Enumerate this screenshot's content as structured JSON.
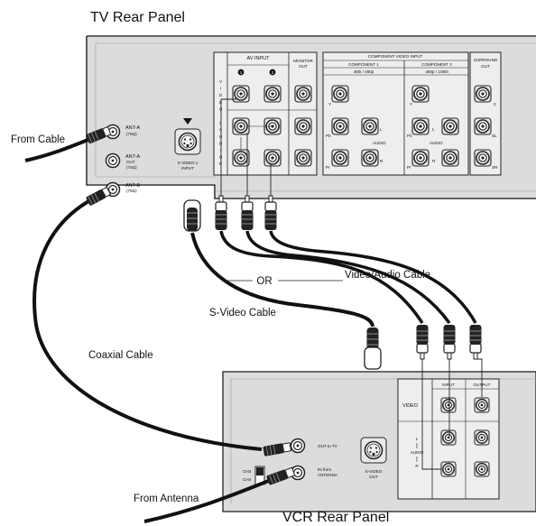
{
  "titles": {
    "tv_rear_panel": "TV Rear Panel",
    "vcr_rear_panel": "VCR Rear Panel"
  },
  "cable_labels": {
    "from_cable": "From Cable",
    "from_antenna": "From Antenna",
    "coaxial_cable": "Coaxial Cable",
    "or": "OR",
    "s_video_cable": "S-Video Cable",
    "video_audio_cable": "Video/Audio Cable"
  },
  "tv_panel": {
    "ant_a_in": "ANT-A",
    "ant_a_in_sub": "(75Ω)",
    "ant_a_out": "ANT-A",
    "ant_a_out_sub1": "OUT",
    "ant_a_out_sub2": "(75Ω)",
    "ant_b": "ANT-B",
    "ant_b_sub": "(75Ω)",
    "svideo_line1": "S-VIDEO 1",
    "svideo_line2": "INPUT",
    "av_input": "AV INPUT",
    "av_input_1": "1",
    "av_input_2": "2",
    "monitor_out_line1": "MONITOR",
    "monitor_out_line2": "OUT",
    "side_vertical": [
      "V",
      "I",
      "D",
      "E",
      "O",
      "",
      "L",
      "A",
      "U",
      "D",
      "I",
      "O",
      "R"
    ],
    "component_video_input": "COMPONENT VIDEO INPUT",
    "component_1": "COMPONENT 1",
    "component_1_res": "480i / 480p",
    "component_2": "COMPONENT 2",
    "component_2_res": "480p / 1080i",
    "surround_out_line1": "SURROUND",
    "surround_out_line2": "OUT",
    "audio": "AUDIO",
    "y": "Y",
    "pb": "Pb",
    "pr": "Pr",
    "l": "L",
    "r": "R",
    "c": "C",
    "sl": "SL",
    "sr": "SR"
  },
  "vcr_panel": {
    "out_to_tv": "OUT to TV",
    "in_from_line1": "IN from",
    "in_from_line2": "ANTENNA",
    "ch3": "CH3",
    "ch4": "CH4",
    "svideo_out_line1": "S-VIDEO",
    "svideo_out_line2": "OUT",
    "input": "INPUT",
    "output": "OUTPUT",
    "video": "VIDEO",
    "audio_l": "L",
    "audio": "AUDIO",
    "audio_r": "R"
  }
}
